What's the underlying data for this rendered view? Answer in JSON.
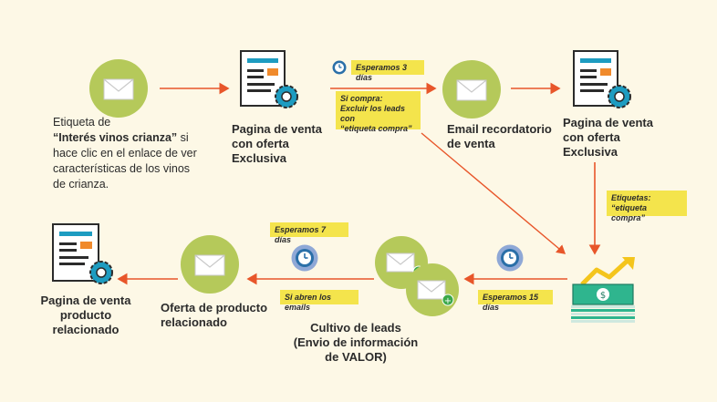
{
  "colors": {
    "background": "#fdf8e6",
    "arrow": "#e8562a",
    "circle": "#b5c95a",
    "note": "#f4e44c",
    "gear": "#1d9cc1",
    "timer": "#2a6fa8",
    "doc_accent": "#f08a2c",
    "money": "#2fb58e"
  },
  "icons": {
    "email": "envelope-icon",
    "page": "document-gear-icon",
    "timer": "stopwatch-icon",
    "money": "money-stack-icon"
  },
  "start": {
    "line1": "Etiqueta de",
    "tag": "“Interés vinos crianza”",
    "tag_suffix": " si",
    "line3": "hace clic en el enlace de ver",
    "line4": "características de los vinos",
    "line5": "de crianza."
  },
  "sales_page_1": {
    "line1": "Pagina de venta",
    "line2": "con oferta",
    "line3": "Exclusiva"
  },
  "wait_3": "Esperamos 3 días",
  "if_buy": {
    "line1": "Si compra:",
    "line2": "Excluir los leads con",
    "line3": "“etiqueta compra”"
  },
  "reminder": {
    "line1": "Email recordatorio",
    "line2": "de venta"
  },
  "sales_page_2": {
    "line1": "Pagina de venta",
    "line2": "con oferta",
    "line3": "Exclusiva"
  },
  "tags_note": {
    "line1": "Etiquetas:",
    "line2": "“etiqueta compra”"
  },
  "wait_15": "Esperamos 15 días",
  "nurture": {
    "line1": "Cultivo de leads",
    "line2": "(Envio de información",
    "line3": "de VALOR)"
  },
  "wait_7": "Esperamos 7 días",
  "if_open": "Si abren los emails",
  "offer": {
    "line1": "Oferta de producto",
    "line2": "relacionado"
  },
  "related_page": {
    "line1": "Pagina de venta",
    "line2": "producto",
    "line3": "relacionado"
  }
}
